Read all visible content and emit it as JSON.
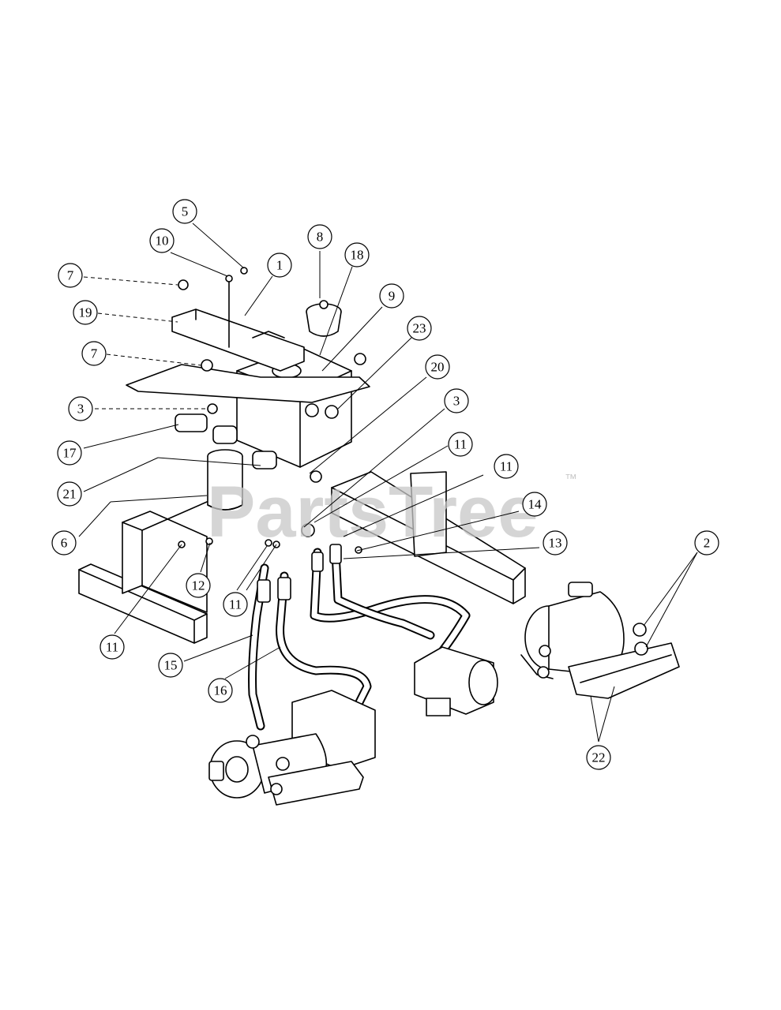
{
  "watermark": {
    "text": "PartsTree",
    "trademark": "™"
  },
  "callouts": [
    {
      "id": "c5",
      "label": "5"
    },
    {
      "id": "c10",
      "label": "10"
    },
    {
      "id": "c1",
      "label": "1"
    },
    {
      "id": "c8",
      "label": "8"
    },
    {
      "id": "c18",
      "label": "18"
    },
    {
      "id": "c7a",
      "label": "7"
    },
    {
      "id": "c9",
      "label": "9"
    },
    {
      "id": "c19",
      "label": "19"
    },
    {
      "id": "c23",
      "label": "23"
    },
    {
      "id": "c7b",
      "label": "7"
    },
    {
      "id": "c20",
      "label": "20"
    },
    {
      "id": "c3a",
      "label": "3"
    },
    {
      "id": "c3b",
      "label": "3"
    },
    {
      "id": "c17",
      "label": "17"
    },
    {
      "id": "c11a",
      "label": "11"
    },
    {
      "id": "c11b",
      "label": "11"
    },
    {
      "id": "c21",
      "label": "21"
    },
    {
      "id": "c14",
      "label": "14"
    },
    {
      "id": "c6",
      "label": "6"
    },
    {
      "id": "c2",
      "label": "2"
    },
    {
      "id": "c13",
      "label": "13"
    },
    {
      "id": "c12",
      "label": "12"
    },
    {
      "id": "c11c",
      "label": "11"
    },
    {
      "id": "c11d",
      "label": "11"
    },
    {
      "id": "c15",
      "label": "15"
    },
    {
      "id": "c16",
      "label": "16"
    },
    {
      "id": "c22",
      "label": "22"
    }
  ]
}
